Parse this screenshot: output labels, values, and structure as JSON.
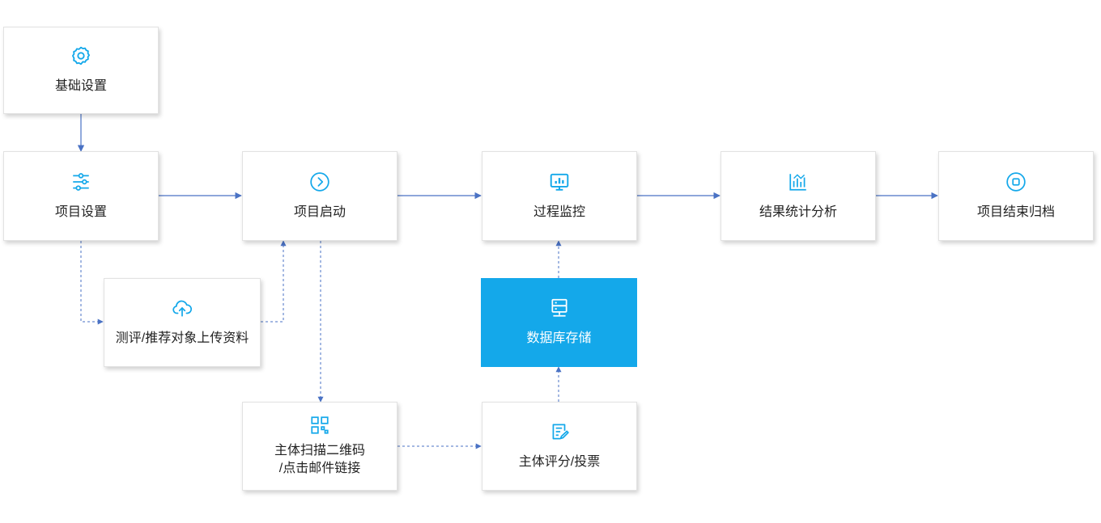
{
  "nodes": {
    "basic_settings": {
      "label": "基础设置",
      "icon": "gear-icon"
    },
    "project_settings": {
      "label": "项目设置",
      "icon": "sliders-icon"
    },
    "project_start": {
      "label": "项目启动",
      "icon": "play-circle-icon"
    },
    "process_monitor": {
      "label": "过程监控",
      "icon": "monitor-chart-icon"
    },
    "result_analysis": {
      "label": "结果统计分析",
      "icon": "bar-chart-icon"
    },
    "project_archive": {
      "label": "项目结束归档",
      "icon": "stop-circle-icon"
    },
    "upload_materials": {
      "label": "测评/推荐对象上传资料",
      "icon": "cloud-upload-icon"
    },
    "database_storage": {
      "label": "数据库存储",
      "icon": "server-icon"
    },
    "scan_qr": {
      "label_line1": "主体扫描二维码",
      "label_line2": "/点击邮件链接",
      "icon": "qr-code-icon"
    },
    "score_vote": {
      "label": "主体评分/投票",
      "icon": "edit-document-icon"
    }
  },
  "colors": {
    "accent": "#14a8ea",
    "arrow": "#4a72c4",
    "text": "#222222"
  }
}
